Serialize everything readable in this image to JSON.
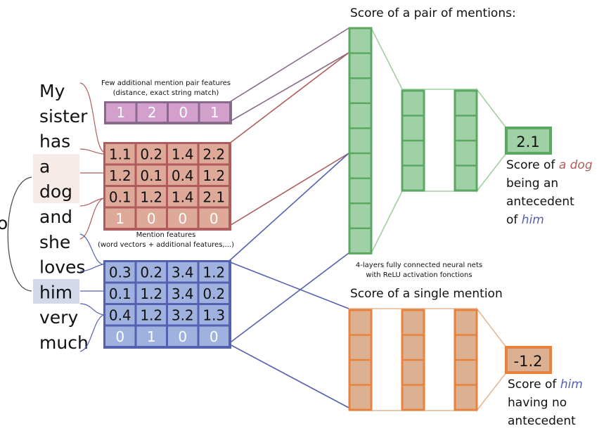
{
  "sentence": {
    "words": [
      "My",
      "sister",
      "has",
      "a",
      "dog",
      "and",
      "she",
      "loves",
      "him",
      "very",
      "much"
    ],
    "antecedent_words": [
      "a",
      "dog"
    ],
    "mention_words": [
      "him"
    ]
  },
  "pair_features": {
    "caption_line1": "Few additional mention pair features",
    "caption_line2": "(distance, exact string match)",
    "values": [
      "1",
      "2",
      "0",
      "1"
    ]
  },
  "antecedent_features": {
    "rows": [
      [
        "1.1",
        "0.2",
        "1.4",
        "2.2"
      ],
      [
        "1.2",
        "0.1",
        "0.4",
        "1.2"
      ],
      [
        "0.1",
        "1.2",
        "1.4",
        "2.1"
      ],
      [
        "1",
        "0",
        "0",
        "0"
      ]
    ]
  },
  "mention_features": {
    "caption_line1": "Mention features",
    "caption_line2": "(word vectors + additional features,...)",
    "rows": [
      [
        "0.3",
        "0.2",
        "3.4",
        "1.2"
      ],
      [
        "0.1",
        "1.2",
        "3.4",
        "0.2"
      ],
      [
        "0.4",
        "1.2",
        "3.2",
        "1.3"
      ],
      [
        "0",
        "1",
        "0",
        "0"
      ]
    ]
  },
  "pair_scorer": {
    "title": "Score of a pair of mentions:",
    "score": "2.1",
    "desc_prefix": "Score of ",
    "desc_highlight1": "a dog",
    "desc_line2": "being an",
    "desc_line3": "antecedent",
    "desc_line4_prefix": "of ",
    "desc_highlight2": "him"
  },
  "network_caption": {
    "line1": "4-layers fully connected neural nets",
    "line2": "with ReLU activation fonctions"
  },
  "single_scorer": {
    "title": "Score of a single mention",
    "score": "-1.2",
    "desc_prefix": "Score of ",
    "desc_highlight": "him",
    "desc_line2": "having no",
    "desc_line3": "antecedent"
  },
  "colors": {
    "antecedent": "#b05c5c",
    "antecedent_fill": "#dfa99a",
    "antecedent_bg": "#f7ebe8",
    "mention": "#5561b0",
    "mention_fill": "#9fb1de",
    "mention_bg": "#d3d9ea",
    "pair": "#8a6a8a",
    "pair_fill": "#d3a0cd",
    "green": "#5aa862",
    "green_fill": "#a0d0a5",
    "green_light": "#9fd19f",
    "orange": "#e8823e",
    "orange_fill": "#dcb191",
    "orange_light": "#e2b896"
  }
}
